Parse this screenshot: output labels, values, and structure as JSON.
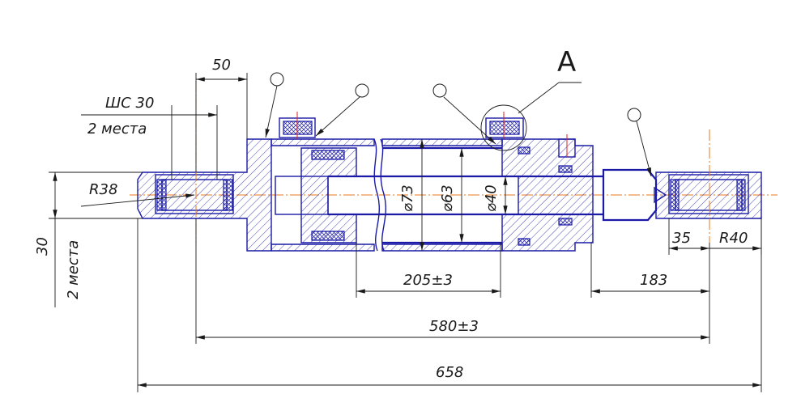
{
  "drawing": {
    "view_label": "A",
    "dims": {
      "d50": "50",
      "thread_size": "ШС 30",
      "thread_count": "2 места",
      "radius_left": "R38",
      "dia_outer": "⌀73",
      "dia_bore": "⌀63",
      "dia_rod": "⌀40",
      "stroke_len": "205±3",
      "rod_ext": "183",
      "pin_to_pin": "580±3",
      "overall": "658",
      "d35": "35",
      "radius_right": "R40",
      "left_width": "30",
      "left_count": "2 места"
    }
  }
}
